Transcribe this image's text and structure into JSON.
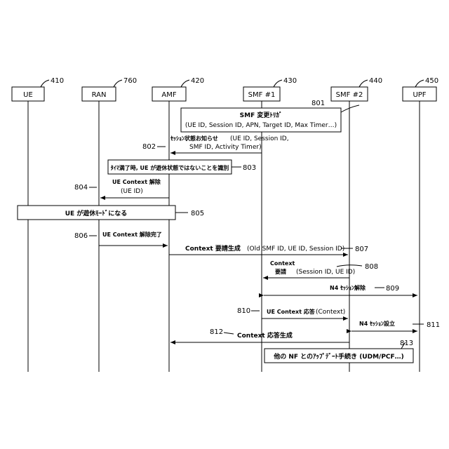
{
  "entities": [
    {
      "label": "UE",
      "ref": "410"
    },
    {
      "label": "RAN",
      "ref": "760"
    },
    {
      "label": "AMF",
      "ref": "420"
    },
    {
      "label": "SMF #1",
      "ref": "430"
    },
    {
      "label": "SMF #2",
      "ref": "440"
    },
    {
      "label": "UPF",
      "ref": "450"
    }
  ],
  "steps": {
    "s801": {
      "ref": "801",
      "title": "SMF 変更ﾄﾘｶﾞ",
      "detail": "(UE ID, Session ID, APN, Target ID, Max Timer…)"
    },
    "s802": {
      "ref": "802",
      "title": "ｾｯｼｮﾝ状態お知らせ",
      "detail1": "(UE ID, Session ID,",
      "detail2": "SMF ID, Activity Timer)"
    },
    "s803": {
      "ref": "803",
      "text": "ﾀｲﾏ満了時, UE が遊休状態ではないことを識別"
    },
    "s804": {
      "ref": "804",
      "title": "UE Context 解除",
      "detail": "(UE ID)"
    },
    "s805": {
      "ref": "805",
      "text": "UE が遊休ﾓｰﾄﾞになる"
    },
    "s806": {
      "ref": "806",
      "title": "UE Context 解除完了"
    },
    "s807": {
      "ref": "807",
      "title": "Context 要請生成",
      "detail": "(Old SMF ID, UE ID, Session ID)"
    },
    "s808": {
      "ref": "808",
      "title1": "Context",
      "title2": "要請",
      "detail": "(Session ID, UE ID)"
    },
    "s809": {
      "ref": "809",
      "title": "N4 ｾｯｼｮﾝ解除"
    },
    "s810": {
      "ref": "810",
      "title": "UE Context 応答",
      "detail": "(Context)"
    },
    "s811": {
      "ref": "811",
      "title": "N4 ｾｯｼｮﾝ設立"
    },
    "s812": {
      "ref": "812",
      "title": "Context 応答生成"
    },
    "s813": {
      "ref": "813",
      "text": "他の NF とのｱｯﾌﾟﾃﾞｰﾄ手続き (UDM/PCF…)"
    }
  }
}
